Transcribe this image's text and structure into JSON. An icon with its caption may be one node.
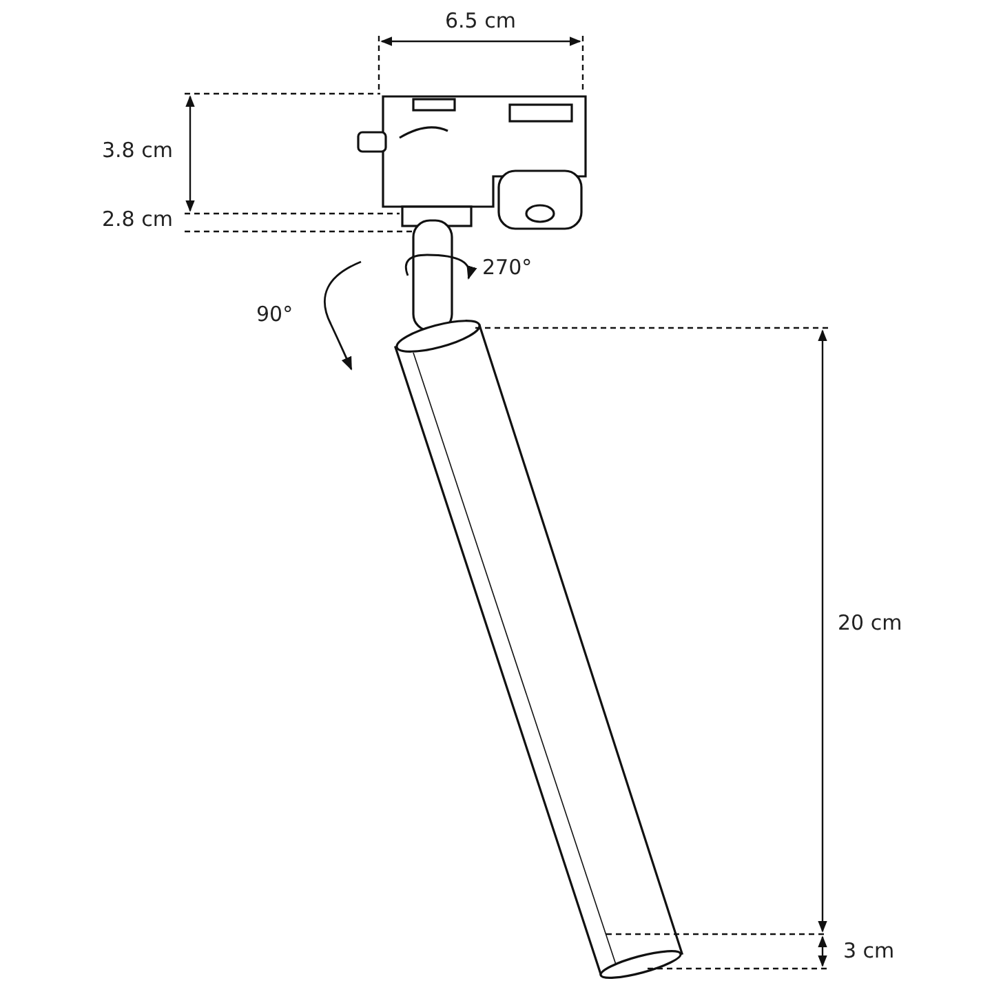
{
  "diagram": {
    "labels": [
      "6.5 cm",
      "3.8 cm",
      "2.8 cm",
      "270°",
      "90°",
      "20 cm",
      "3 cm"
    ]
  }
}
